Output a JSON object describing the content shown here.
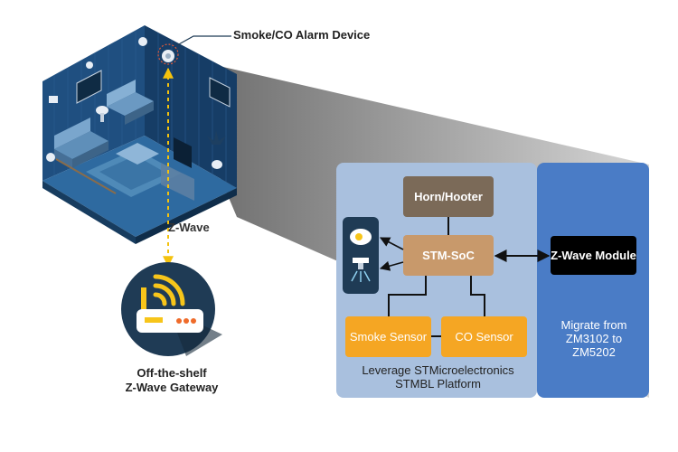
{
  "callout": {
    "device_label": "Smoke/CO Alarm Device"
  },
  "link": {
    "protocol_label": "Z-Wave"
  },
  "gateway": {
    "line1": "Off-the-shelf",
    "line2": "Z-Wave Gateway"
  },
  "platform": {
    "horn": "Horn/Hooter",
    "soc": "STM-SoC",
    "smoke_sensor": "Smoke Sensor",
    "co_sensor": "CO Sensor",
    "caption_line1": "Leverage STMicroelectronics",
    "caption_line2": "STMBL Platform"
  },
  "module": {
    "label": "Z-Wave Module",
    "migrate_line1": "Migrate from",
    "migrate_line2": "ZM3102 to",
    "migrate_line3": "ZM5202"
  },
  "colors": {
    "room_wall": "#1f4f80",
    "room_floor": "#2e6aa0",
    "platform_bg": "#a9c0de",
    "module_bg": "#4a7cc6",
    "horn_box": "#7b6a58",
    "soc_box": "#c8996b",
    "sensor_box": "#f5a623",
    "zwave_box": "#000000",
    "gateway_circle": "#1f3b55",
    "gateway_router": "#f7c51a",
    "beam": "#9c9c9c",
    "link_dash": "#f4c20d"
  },
  "icons": [
    "house-icon",
    "smoke-detector-icon",
    "sprinkler-icon",
    "router-icon",
    "wifi-signal-icon"
  ]
}
